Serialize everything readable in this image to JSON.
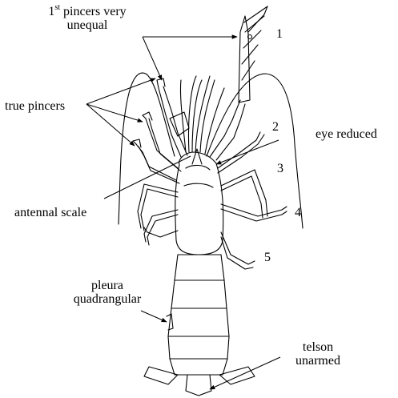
{
  "labels": {
    "pincers_unequal_prefix": "1",
    "pincers_unequal_sup": "st",
    "pincers_unequal_rest": " pincers very",
    "pincers_unequal_line2": "unequal",
    "true_pincers": "true pincers",
    "antennal_scale": "antennal scale",
    "eye_reduced": "eye reduced",
    "pleura_line1": "pleura",
    "pleura_line2": "quadrangular",
    "telson_line1": "telson",
    "telson_line2": "unarmed"
  },
  "leg_numbers": [
    "1",
    "2",
    "3",
    "4",
    "5"
  ]
}
